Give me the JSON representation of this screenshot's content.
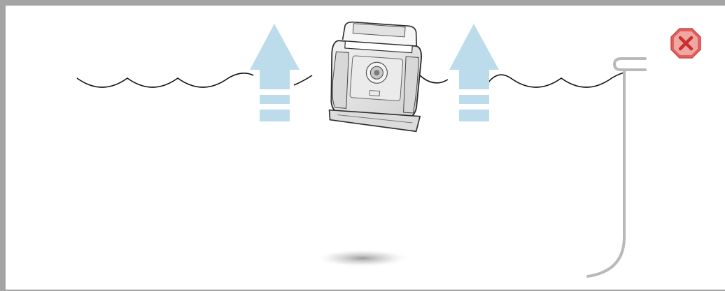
{
  "dialog": {
    "close_icon": "close-x-octagon-icon",
    "close_color": "#e0605e"
  },
  "illustration": {
    "subject": "robotic-pool-cleaner-icon",
    "lift_arrows": [
      "arrow-up-icon",
      "arrow-up-icon"
    ],
    "arrow_color": "#bcdcec",
    "water_line": "water-surface-wave",
    "cable": "power-cable",
    "shadow": "floor-shadow"
  }
}
